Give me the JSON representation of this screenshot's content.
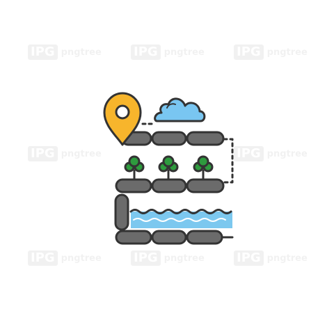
{
  "illustration": {
    "subject": "travel route map with location pin, cloud, trees and river",
    "icons": [
      "map-pin-icon",
      "cloud-icon",
      "tree-icon",
      "river-icon",
      "road-segment-icon"
    ],
    "colors": {
      "outline": "#333333",
      "road_fill": "#6b6b6b",
      "pin_fill": "#f7b52c",
      "cloud_fill": "#79c6f1",
      "tree_fill": "#2e9b3e",
      "water_fill": "#7cc8ef",
      "water_wave": "#ffffff",
      "background": "#ffffff"
    }
  },
  "watermark": {
    "badge": "IPG",
    "text": "pngtree"
  }
}
